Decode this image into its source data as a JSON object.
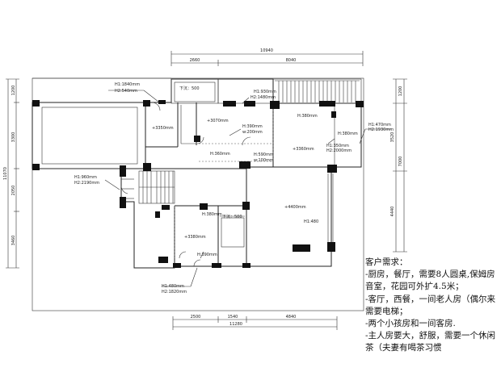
{
  "dimensions": {
    "top_total": "10940",
    "top_left": "2660",
    "top_right": "8040",
    "bottom_left": "2500",
    "bottom_mid": "1540",
    "bottom_right": "4840",
    "bottom_total": "11280",
    "left_1": "1200",
    "left_2": "3300",
    "left_3": "11070",
    "left_4": "2050",
    "left_5": "3460",
    "right_1": "1200",
    "right_2": "3520",
    "right_3": "7000",
    "right_4": "4440"
  },
  "annotations": {
    "h1_1840": "H1:1840mm",
    "h2_540": "H2:540mm",
    "xiachen_1": "下沉：500",
    "h1_930": "H1:930mm",
    "h2_1480": "H2:1480mm",
    "h_380_a": "H:380mm",
    "h_380_b": "H:380mm",
    "h1_470": "H1:470mm",
    "h2_1930": "H2:1930mm",
    "h_3070": "+3070mm",
    "h_390": "H:390mm",
    "w_200": "w:200mm",
    "h_3350": "+3350mm",
    "h1_350": "H1:350mm",
    "h2_2000": "H2:2000mm",
    "h_3360": "+3360mm",
    "h_360": "H:360mm",
    "h_590": "H:590mm",
    "w_100": "w:100mm",
    "h1_960": "H1:960mm",
    "h2_2190": "H2:2190mm",
    "h_4400": "+4400mm",
    "h_380_c": "H:380mm",
    "xiachen_2": "下沉：500",
    "h1_480": "H1:480",
    "h_3380": "+3380mm",
    "h_390_b": "H:390mm",
    "h1_480mm": "H1:480mm",
    "h2_1820": "H2:1820mm"
  },
  "notes": {
    "title": "客户需求：",
    "line1": "-厨房，餐厅，需要8人圆桌,保姆房",
    "line2": "音室，花园可外扩4.5米；",
    "line3": "-客厅，西餐，一间老人房（偶尔来",
    "line4": "需要电梯；",
    "line5": "-两个小孩房和一间客房.",
    "line6": "-主人房要大，舒服，需要一个休闲",
    "line7": "茶（夫妻有喝茶习惯"
  }
}
